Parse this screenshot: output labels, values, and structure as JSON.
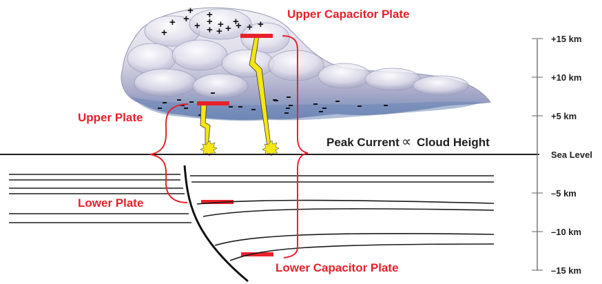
{
  "diagram": {
    "labels": {
      "upper_capacitor_plate": "Upper Capacitor Plate",
      "upper_plate": "Upper Plate",
      "lower_plate": "Lower Plate",
      "lower_capacitor_plate": "Lower Capacitor Plate",
      "relation_left": "Peak Current",
      "relation_symbol": "∝",
      "relation_right": "Cloud Height"
    },
    "altitude_scale": {
      "unit": "km",
      "ticks": [
        {
          "value": 15,
          "label": "+15 km"
        },
        {
          "value": 10,
          "label": "+10 km"
        },
        {
          "value": 5,
          "label": "+5 km"
        },
        {
          "value": 0,
          "label": "Sea Level"
        },
        {
          "value": -5,
          "label": "–5 km"
        },
        {
          "value": -10,
          "label": "–10 km"
        },
        {
          "value": -15,
          "label": "–15 km"
        }
      ]
    },
    "charges": {
      "positive_symbol": "+",
      "negative_symbol": "–"
    },
    "colors": {
      "label_red": "#e8202a",
      "plate_red": "#e8202a",
      "lightning_yellow": "#f5e614",
      "cloud_light": "#e6e4ef",
      "cloud_dark": "#7f86b2",
      "line_black": "#1a1a1a",
      "axis_gray": "#6e6e6e"
    }
  }
}
